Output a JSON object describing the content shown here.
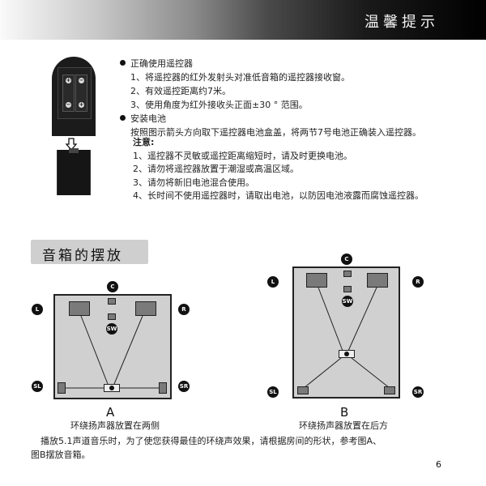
{
  "header": {
    "title": "温馨提示"
  },
  "remote_figure": {
    "battery_terminals": [
      "+",
      "−",
      "−",
      "+"
    ],
    "arrow": "down-arrow"
  },
  "instructions": {
    "section1": {
      "title": "正确使用遥控器",
      "items": [
        "1、将遥控器的红外发射头对准低音箱的遥控器接收窗。",
        "2、有效遥控距离约7米。",
        "3、使用角度为红外接收头正面±30 ° 范围。"
      ]
    },
    "section2": {
      "title": "安装电池",
      "text": "按照图示箭头方向取下遥控器电池盒盖，将两节7号电池正确装入遥控器。"
    }
  },
  "notes": {
    "heading": "注意:",
    "items": [
      "1、遥控器不灵敏或遥控距离缩短时，请及时更换电池。",
      "2、请勿将遥控器放置于潮湿或高温区域。",
      "3、请勿将新旧电池混合使用。",
      "4、长时间不使用遥控器时，请取出电池，以防因电池液露而腐蚀遥控器。"
    ]
  },
  "speaker_section": {
    "title": "音箱的摆放",
    "diagram_a": {
      "letter": "A",
      "caption": "环绕扬声器放置在两侧",
      "labels": {
        "c": "C",
        "l": "L",
        "r": "R",
        "sw": "SW",
        "sl": "SL",
        "sr": "SR"
      }
    },
    "diagram_b": {
      "letter": "B",
      "caption": "环绕扬声器放置在后方",
      "labels": {
        "c": "C",
        "l": "L",
        "r": "R",
        "sw": "SW",
        "sl": "SL",
        "sr": "SR"
      }
    },
    "paragraph_line1": "播放5.1声道音乐时，为了使您获得最佳的环绕声效果，请根据房间的形状，参考图A、",
    "paragraph_line2": "图B摆放音箱。"
  },
  "page_number": "6"
}
